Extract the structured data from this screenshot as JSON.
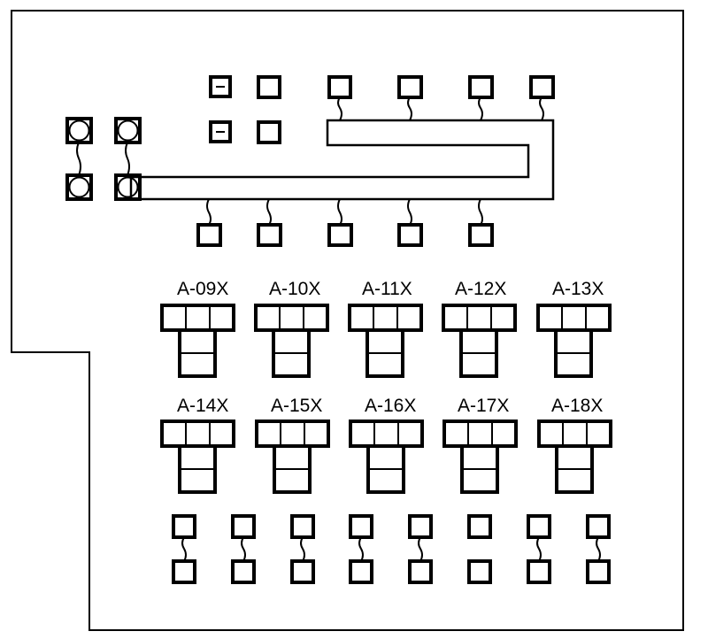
{
  "diagram": {
    "colors": {
      "line": "#000000",
      "background": "#ffffff"
    },
    "connector_labels": [
      {
        "id": "a09",
        "text": "A-09X"
      },
      {
        "id": "a10",
        "text": "A-10X"
      },
      {
        "id": "a11",
        "text": "A-11X"
      },
      {
        "id": "a12",
        "text": "A-12X"
      },
      {
        "id": "a13",
        "text": "A-13X"
      },
      {
        "id": "a14",
        "text": "A-14X"
      },
      {
        "id": "a15",
        "text": "A-15X"
      },
      {
        "id": "a16",
        "text": "A-16X"
      },
      {
        "id": "a17",
        "text": "A-17X"
      },
      {
        "id": "a18",
        "text": "A-18X"
      }
    ],
    "components": {
      "bus_bar": "bus-bar",
      "circle_terminals": 4,
      "top_small_terminals": 4,
      "bus_bar_terminals_top": 4,
      "bus_bar_terminals_bottom": 5,
      "bottom_terminal_pairs": 8
    }
  }
}
